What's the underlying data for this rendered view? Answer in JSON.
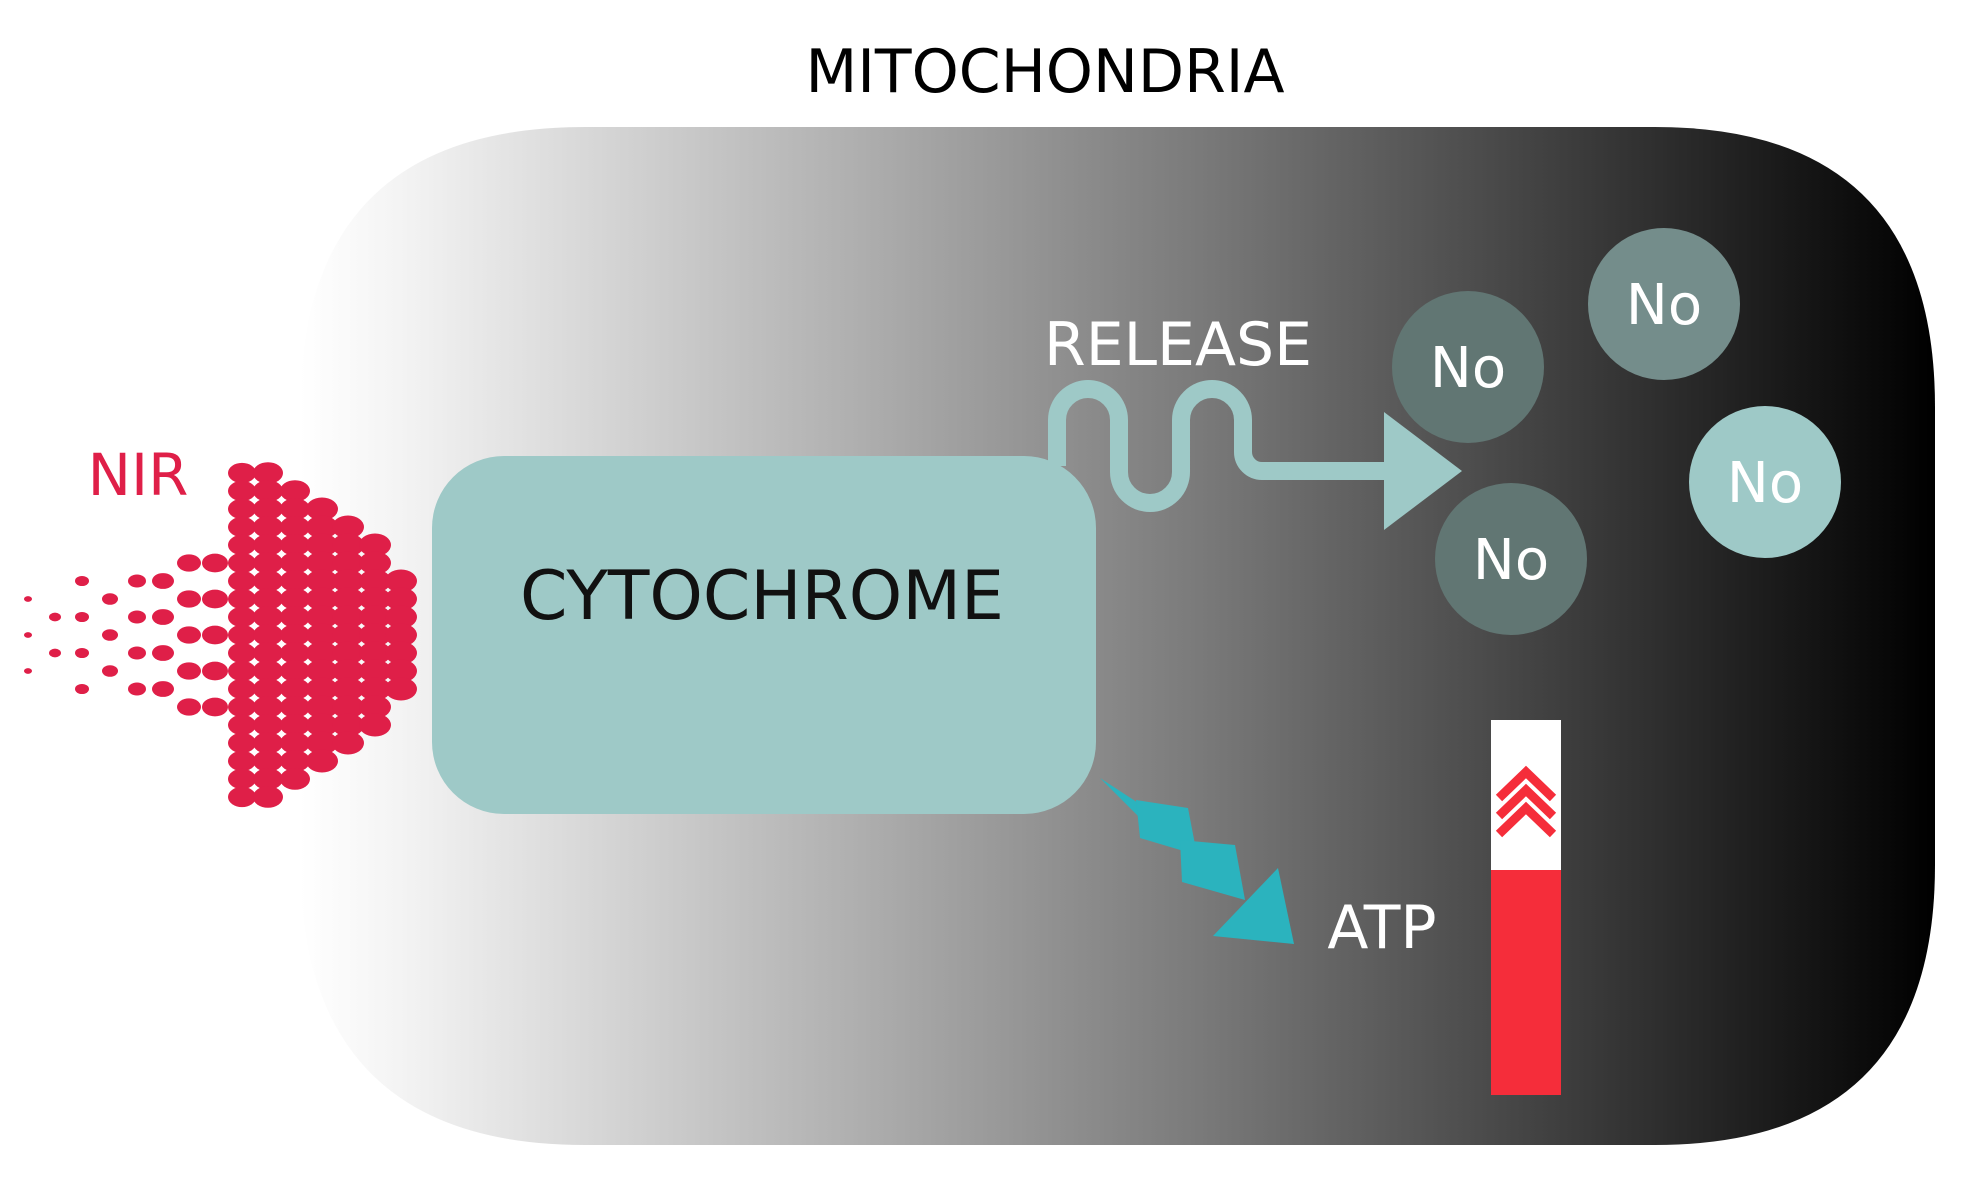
{
  "title": "MITOCHONDRIA",
  "nir_label": "NIR",
  "cytochrome_label": "CYTOCHROME",
  "release_label": "RELEASE",
  "atp_label": "ATP",
  "no_molecules": [
    {
      "label": "No",
      "tone": "dark"
    },
    {
      "label": "No",
      "tone": "medium"
    },
    {
      "label": "No",
      "tone": "light"
    },
    {
      "label": "No",
      "tone": "dark"
    }
  ],
  "atp_level": 0.6,
  "colors": {
    "nir": "#df1f48",
    "cytochrome": "#9ec9c7",
    "release_path": "#9ec9c7",
    "atp_arrows": "#2bb3be",
    "atp_meter": "#f52d3a",
    "no_dark": "#617673",
    "no_medium": "#748d8b",
    "no_light": "#9ec9c7"
  }
}
